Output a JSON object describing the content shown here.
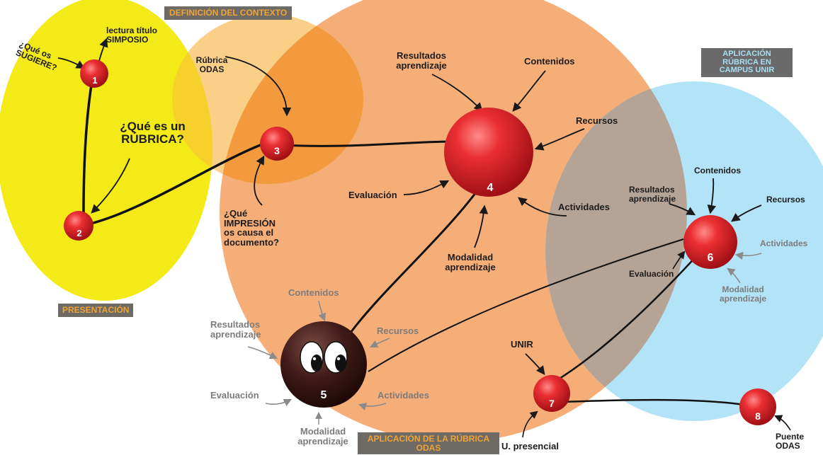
{
  "sections": {
    "context": "DEFINICIÓN DEL CONTEXTO",
    "presentation": "PRESENTACIÓN",
    "campus": "APLICACIÓN RÚBRICA EN CAMPUS UNIR",
    "application": "APLICACIÓN DE LA RÚBRICA ODAS"
  },
  "nodes": {
    "n1": "1",
    "n2": "2",
    "n3": "3",
    "n4": "4",
    "n5": "5",
    "n6": "6",
    "n7": "7",
    "n8": "8"
  },
  "labels": {
    "que_os_sugiere": "¿Qué os SUGIERE?",
    "lectura_titulo": "lectura título SIMPOSIO",
    "rubrica_odas": "Rúbrica ODAS",
    "que_es_rubrica": "¿Qué es un RÚBRICA?",
    "que_impresion": "¿Qué IMPRESIÓN os causa el documento?",
    "n4_resultados": "Resultados aprendizaje",
    "n4_contenidos": "Contenidos",
    "n4_recursos": "Recursos",
    "n4_evaluacion": "Evaluación",
    "n4_actividades": "Actividades",
    "n4_modalidad": "Modalidad aprendizaje",
    "n5_contenidos": "Contenidos",
    "n5_resultados": "Resultados aprendizaje",
    "n5_recursos": "Recursos",
    "n5_evaluacion": "Evaluación",
    "n5_actividades": "Actividades",
    "n5_modalidad": "Modalidad aprendizaje",
    "n6_contenidos": "Contenidos",
    "n6_resultados": "Resultados aprendizaje",
    "n6_recursos": "Recursos",
    "n6_actividades": "Actividades",
    "n6_evaluacion": "Evaluación",
    "n6_modalidad": "Modalidad aprendizaje",
    "unir": "UNIR",
    "u_presencial": "U. presencial",
    "puente_odas": "Puente ODAS"
  },
  "colors": {
    "yellow": "#f4ea18",
    "light_orange": "#f7c575",
    "orange": "#f6ae78",
    "blue": "#b2e3f6",
    "overlap": "#b5a495",
    "node_red": "#e32b2e",
    "banner_bg": "#6e6a66"
  }
}
